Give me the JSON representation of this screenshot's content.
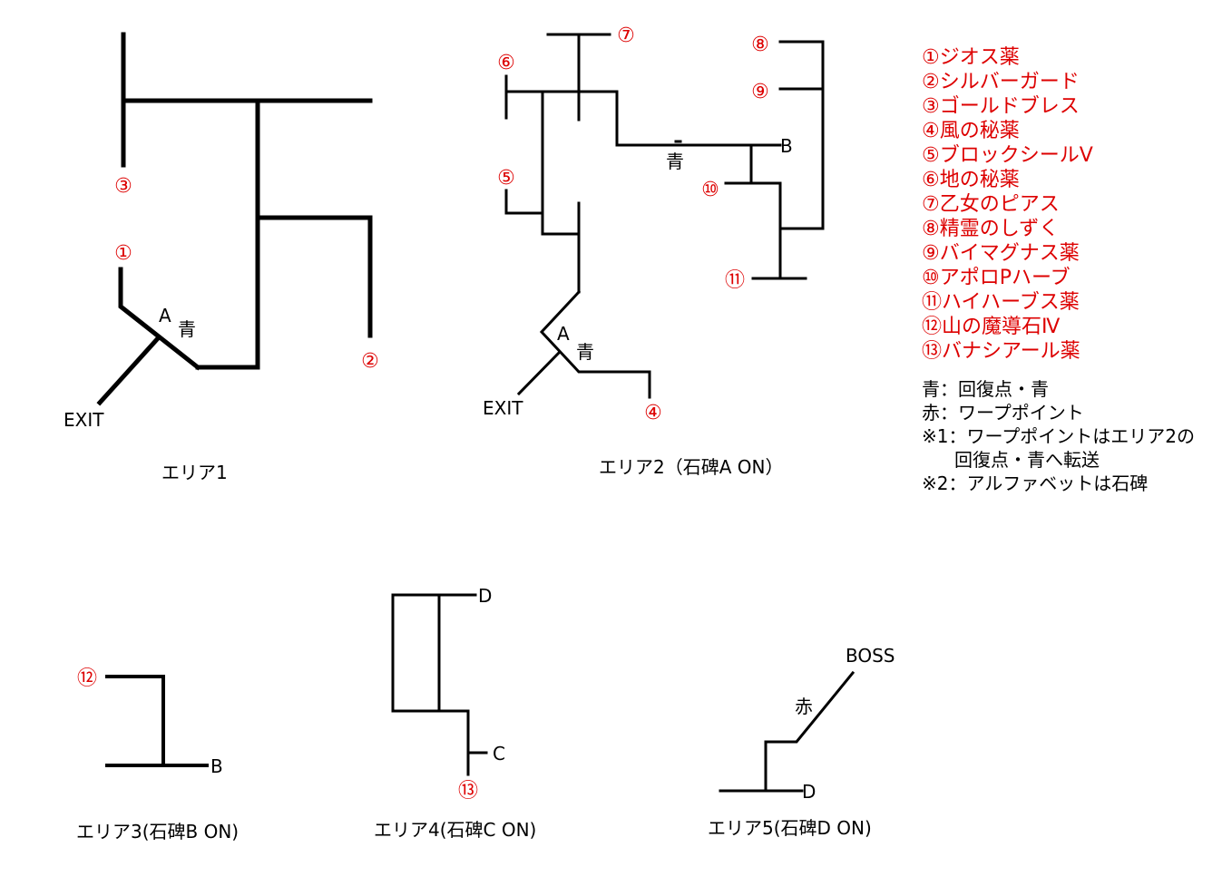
{
  "areas": {
    "area1": {
      "caption": "エリア1",
      "exit": "EXIT",
      "stone": "A",
      "blue": "青",
      "items": {
        "i1": "①",
        "i2": "②",
        "i3": "③"
      }
    },
    "area2": {
      "caption": "エリア2（石碑A ON）",
      "exit": "EXIT",
      "stone_a": "A",
      "stone_b": "B",
      "blue": "青",
      "blue2": "青",
      "items": {
        "i4": "④",
        "i5": "⑤",
        "i6": "⑥",
        "i7": "⑦",
        "i8": "⑧",
        "i9": "⑨",
        "i10": "⑩",
        "i11": "⑪"
      }
    },
    "area3": {
      "caption": "エリア3(石碑B ON)",
      "stone_b": "B",
      "items": {
        "i12": "⑫"
      }
    },
    "area4": {
      "caption": "エリア4(石碑C ON)",
      "stone_c": "C",
      "stone_d": "D",
      "items": {
        "i13": "⑬"
      }
    },
    "area5": {
      "caption": "エリア5(石碑D ON)",
      "stone_d": "D",
      "boss": "BOSS",
      "red": "赤"
    }
  },
  "legend": {
    "items": [
      "①ジオス薬",
      "②シルバーガード",
      "③ゴールドブレス",
      "④風の秘薬",
      "⑤ブロックシールV",
      "⑥地の秘薬",
      "⑦乙女のピアス",
      "⑧精霊のしずく",
      "⑨バイマグナス薬",
      "⑩アポロPハーブ",
      "⑪ハイハーブス薬",
      "⑫山の魔導石Ⅳ",
      "⑬バナシアール薬"
    ],
    "notes": [
      "青：回復点・青",
      "赤：ワープポイント",
      "※1：ワープポイントはエリア2の",
      "回復点・青へ転送",
      "※2：アルファベットは石碑"
    ]
  },
  "colors": {
    "item_numbers": "#dd0000",
    "paths": "#000000"
  }
}
